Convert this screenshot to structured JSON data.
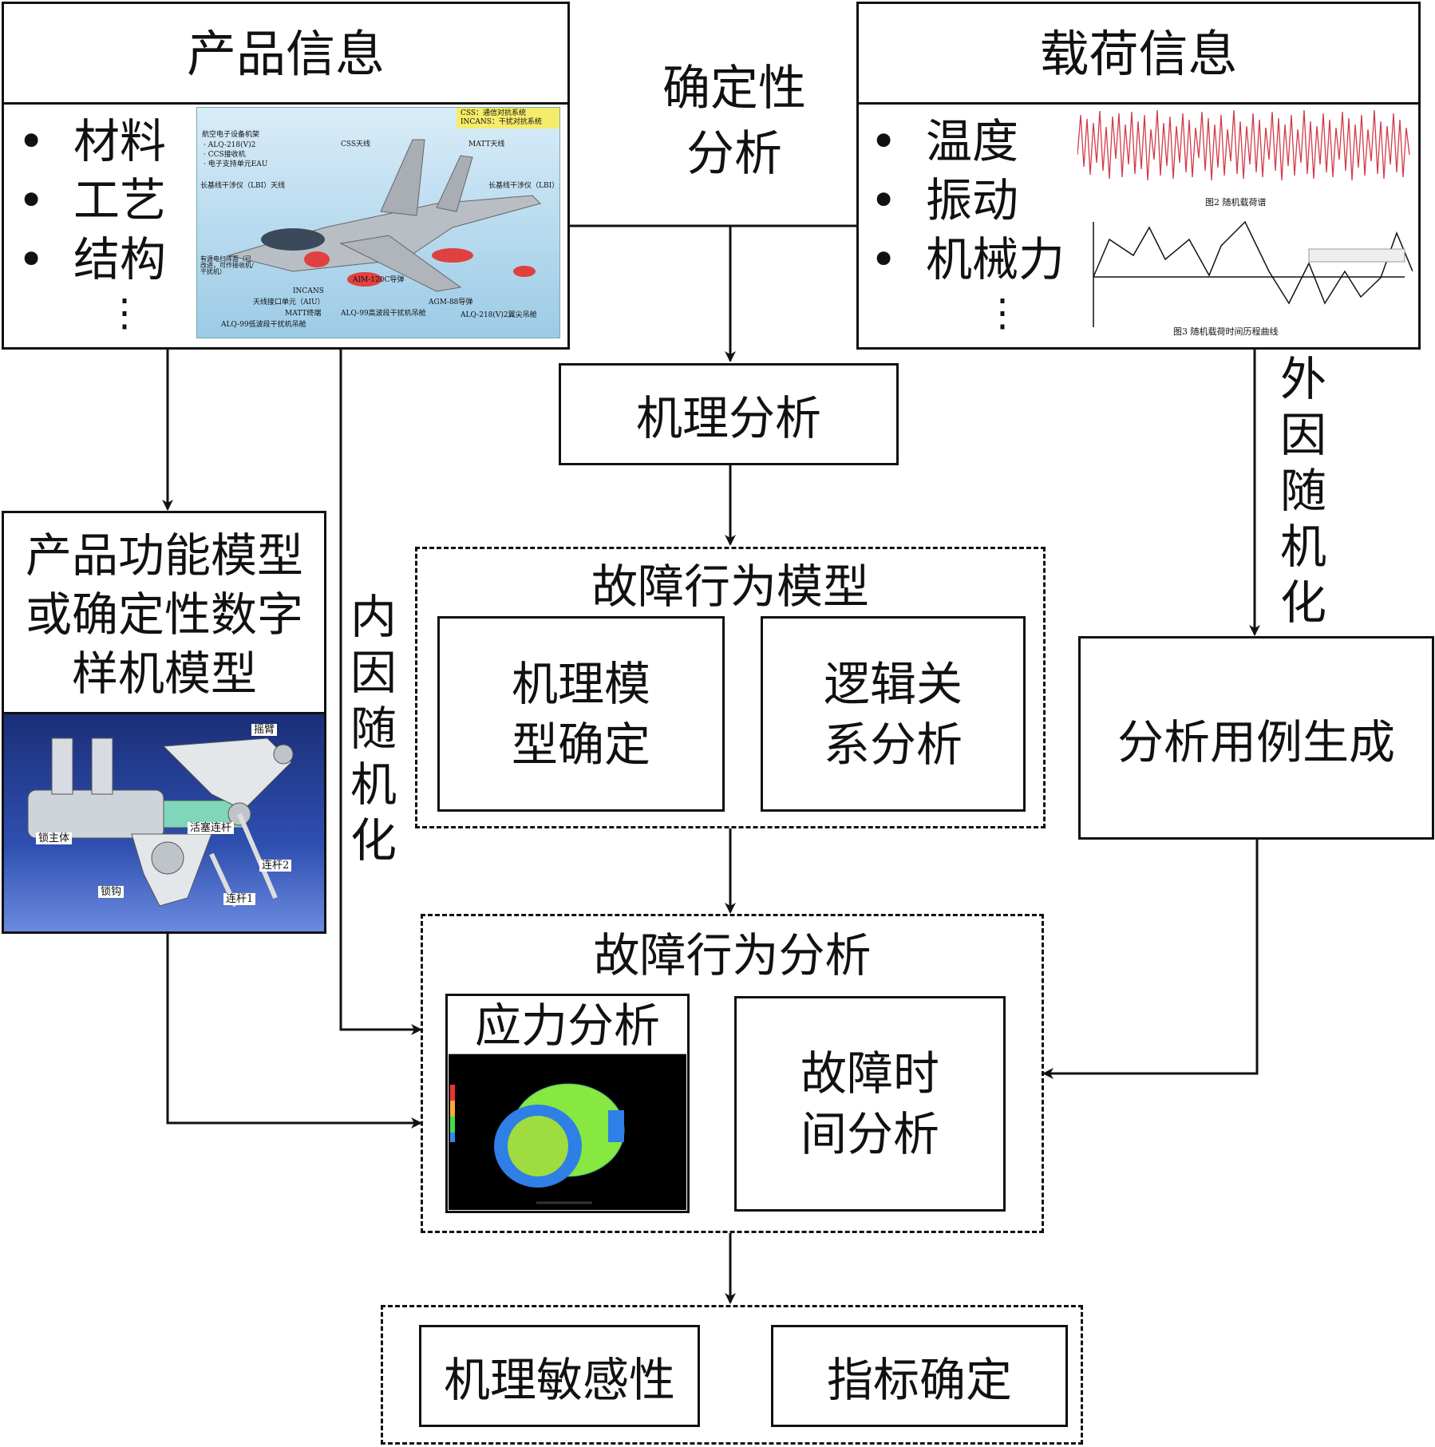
{
  "product_info": {
    "title": "产品信息",
    "items": [
      "材料",
      "工艺",
      "结构"
    ],
    "ellipsis": "⋮",
    "image": {
      "labels": [
        "CSS：通信对抗系统",
        "INCANS：干扰对抗系统",
        "航空电子设备机架",
        "· ALQ-218(V)2",
        "· CCS接收机",
        "· 电子支持单元EAU",
        "CSS天线",
        "MATT天线",
        "长基线干涉仪（LBI）天线",
        "长基线干涉仪（LBI）天线",
        "有源电扫阵面（已改进，可作接收机/干扰机）",
        "INCANS",
        "天线接口单元（AIU）",
        "MATT终端",
        "ALQ-99低波段干扰机吊舱",
        "AIM-120C导弹",
        "AGM-88导弹",
        "ALQ-99高波段干扰机吊舱",
        "ALQ-218(V)2翼尖吊舱"
      ]
    }
  },
  "deterministic_label": "确定性\n分析",
  "load_info": {
    "title": "载荷信息",
    "items": [
      "温度",
      "振动",
      "机械力"
    ],
    "ellipsis": "⋮",
    "chart_captions": [
      "图2  随机载荷谱",
      "图3  随机载荷时间历程曲线"
    ]
  },
  "mechanism_analysis": "机理分析",
  "external_label": "外因随机化",
  "internal_label": "内因随机化",
  "product_model": {
    "title": "产品功能模型或确定性数字样机模型",
    "image_labels": [
      "摇臂",
      "活塞连杆",
      "锁主体",
      "连杆2",
      "锁钩",
      "连杆1"
    ]
  },
  "fault_behavior_model": {
    "title": "故障行为模型",
    "left": "机理模型确定",
    "right": "逻辑关系分析"
  },
  "case_generation": "分析用例生成",
  "fault_behavior_analysis": {
    "title": "故障行为分析",
    "stress": "应力分析",
    "time": "故障时间分析"
  },
  "outputs": {
    "left": "机理敏感性",
    "right": "指标确定"
  }
}
